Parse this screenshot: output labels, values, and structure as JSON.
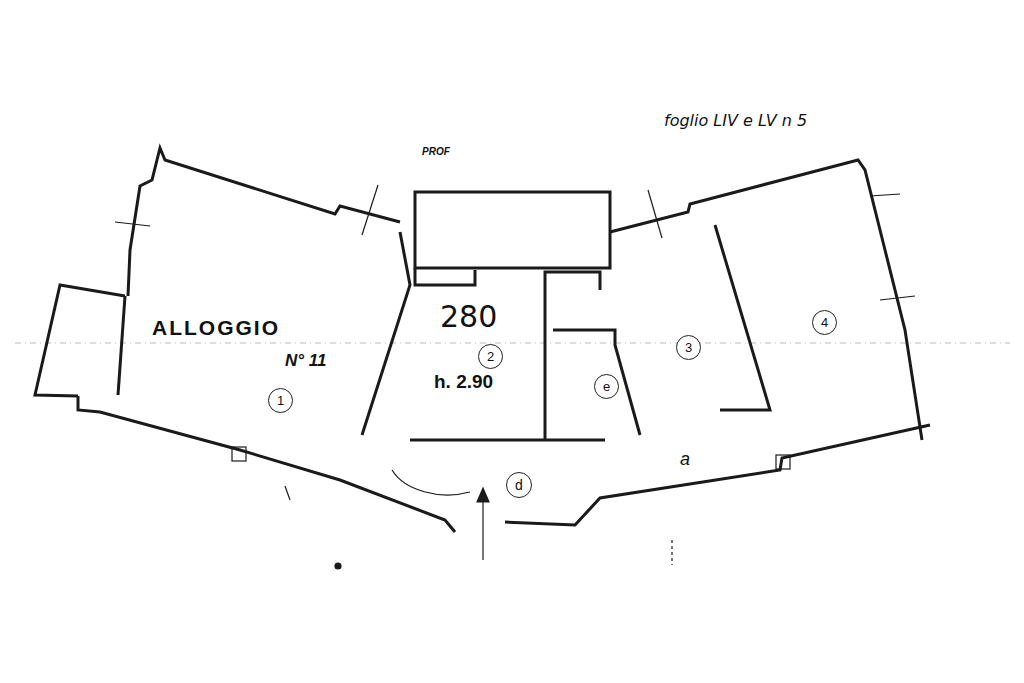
{
  "diagram": {
    "labels": [
      "PROF",
      "foglio LIV e LV n 5",
      "ALLOGGIO",
      "N° 11",
      "280",
      "h. 2.90",
      "1",
      "2",
      "e",
      "3",
      "4",
      "d",
      "a"
    ]
  }
}
